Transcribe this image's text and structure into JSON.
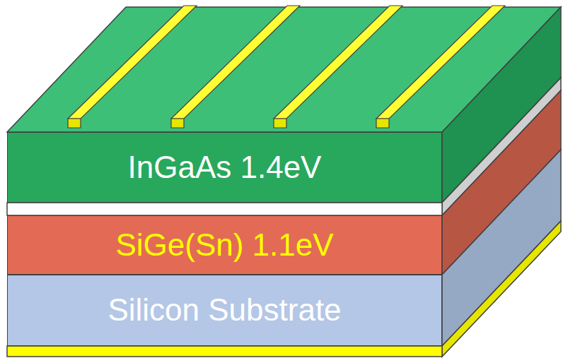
{
  "diagram": {
    "nodes": [
      {
        "text": [
          "InGaAs 1.4eV"
        ]
      },
      {
        "text": [
          "SiGe(Sn) 1.1eV"
        ]
      },
      {
        "text": [
          "Silicon Substrate"
        ]
      }
    ]
  }
}
